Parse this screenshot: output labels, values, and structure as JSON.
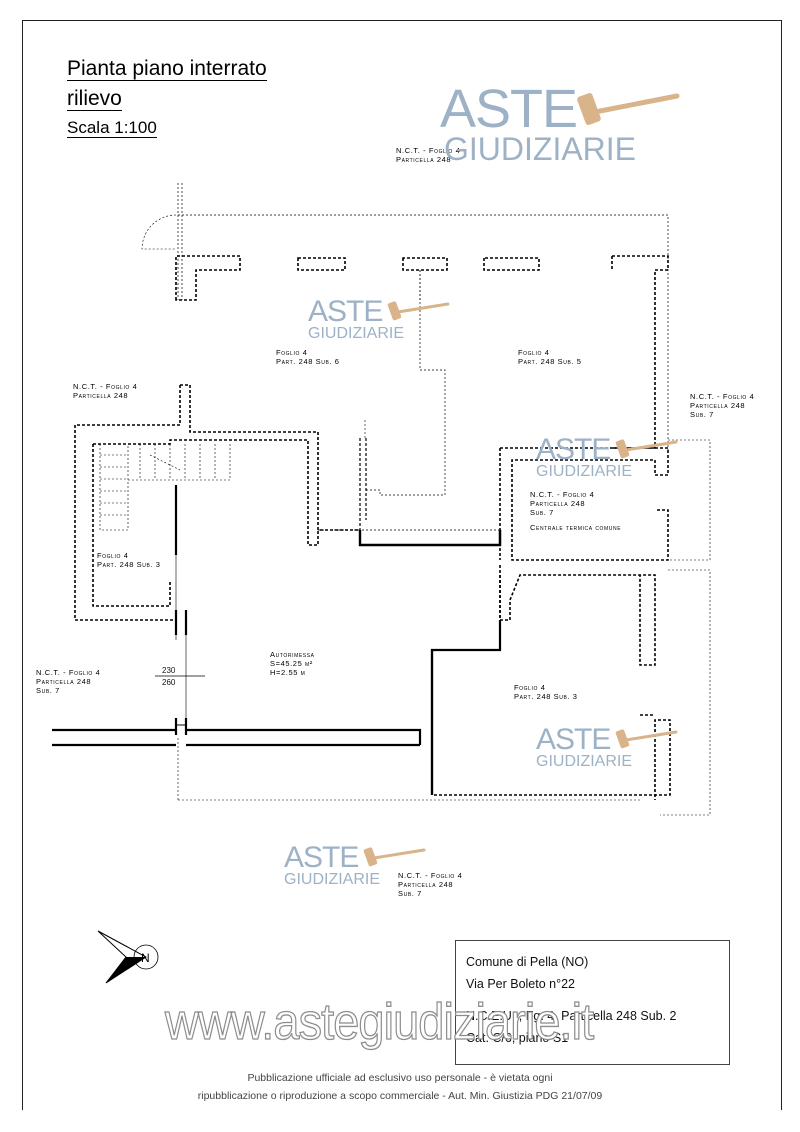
{
  "title": {
    "line1": "Pianta piano interrato",
    "line2": "rilievo",
    "scale": "Scala 1:100"
  },
  "watermarks": {
    "aste": "ASTE",
    "giudiziarie": "GIUDIZIARIE",
    "site": "www.astegiudiziarie.it"
  },
  "labels": {
    "nct_top": [
      "N.C.T. - Foglio 4",
      "Particella 248"
    ],
    "nct_left_upper": [
      "N.C.T. - Foglio 4",
      "Particella 248"
    ],
    "nct_right": [
      "N.C.T. - Foglio 4",
      "Particella 248",
      "Sub. 7"
    ],
    "nct_left_lower": [
      "N.C.T. - Foglio 4",
      "Particella 248",
      "Sub. 7"
    ],
    "nct_bottom": [
      "N.C.T. - Foglio 4",
      "Particella 248",
      "Sub. 7"
    ],
    "sub6": [
      "Foglio 4",
      "Part. 248 Sub. 6"
    ],
    "sub5": [
      "Foglio 4",
      "Part. 248 Sub. 5"
    ],
    "centrale": [
      "N.C.T. - Foglio 4",
      "Particella 248",
      "Sub. 7",
      "Centrale termica comune"
    ],
    "sub3_left": [
      "Foglio 4",
      "Part. 248 Sub. 3"
    ],
    "autorimessa": [
      "Autorimessa",
      "S=45.25 m²",
      "H=2.55 m"
    ],
    "sub3_right": [
      "Foglio 4",
      "Part. 248 Sub. 3"
    ],
    "dim_top": "230",
    "dim_bottom": "260"
  },
  "info": {
    "comune": "Comune di Pella (NO)",
    "via": "Via Per Boleto n°22",
    "nceu": "N.C.E.U. , Fg. 4,  Particella 248 Sub. 2",
    "cat": "Cat. C/6, piano S1"
  },
  "footer": {
    "line1": "Pubblicazione ufficiale ad esclusivo uso personale - è vietata ogni",
    "line2": "ripubblicazione o riproduzione a scopo commerciale - Aut. Min. Giustizia PDG 21/07/09"
  },
  "north_label": "N",
  "colors": {
    "watermark": "#9db2c6",
    "gavel": "#d9b48a"
  }
}
